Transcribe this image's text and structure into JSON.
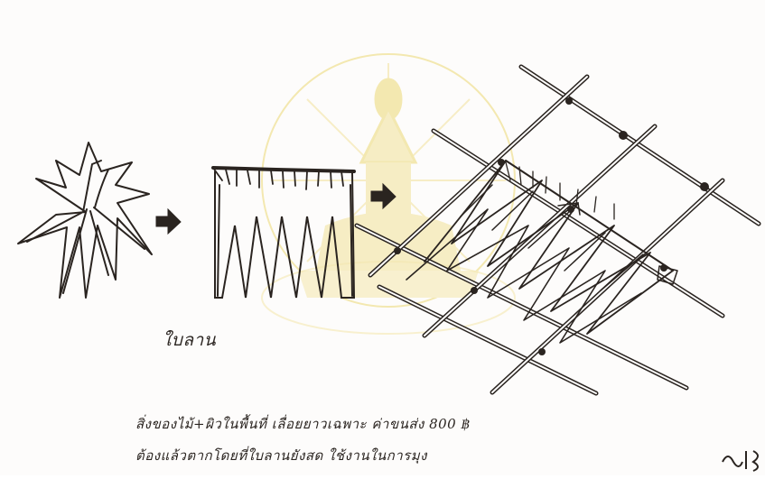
{
  "labels": {
    "leaf_label": "ใบลาน",
    "caption_line1": "สิ่งของไม้+ผิวในพื้นที่ เลื่อยยาวเฉพาะ ค่าขนส่ง 800 ฿",
    "caption_line2": "ต้องแล้วตากโดยที่ใบลานยังสด ใช้งานในการมุง"
  },
  "colors": {
    "ink": "#2a2420",
    "watermark": "#f3e6a8",
    "background": "#fdfcfb"
  },
  "icons": {
    "leaf": "fan-palm-leaf-sketch",
    "panel": "folded-leaf-panel-sketch",
    "arrow": "right-arrow",
    "roof": "bamboo-roof-frame-sketch",
    "watermark": "university-seal-watermark"
  }
}
